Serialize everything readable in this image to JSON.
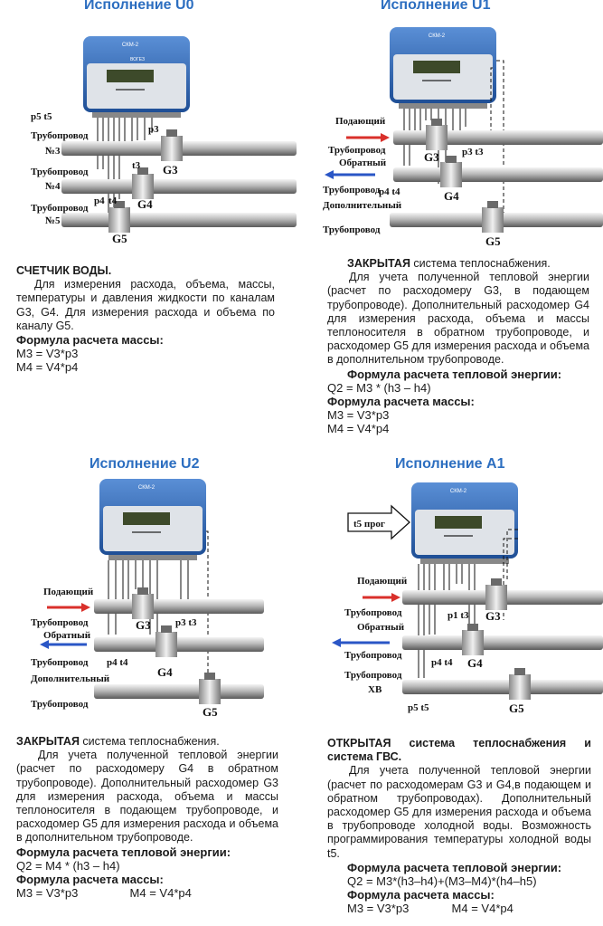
{
  "device": {
    "model": "СКМ-2",
    "brand": "ВОГЕЗ"
  },
  "u0": {
    "title": "Исполнение U0",
    "labels": {
      "p5t5": "p5 t5",
      "pipe3a": "Трубопровод",
      "pipe3b": "№3",
      "pipe4a": "Трубопровод",
      "pipe4b": "№4",
      "pipe5a": "Трубопровод",
      "pipe5b": "№5",
      "p3": "p3",
      "t3": "t3",
      "p4": "p4",
      "t4": "t4",
      "g3": "G3",
      "g4": "G4",
      "g5": "G5"
    },
    "heading": "СЧЕТЧИК ВОДЫ.",
    "text": "Для измерения расхода, объема, массы, температуры и давления жидкости по каналам G3, G4. Для измерения расхода и объема по каналу G5.",
    "formula_label": "Формула расчета массы:",
    "formulas": [
      "M3 = V3*p3",
      "M4 = V4*p4"
    ]
  },
  "u1": {
    "title": "Исполнение U1",
    "labels": {
      "supply": "Подающий",
      "pipe1": "Трубопровод",
      "return": "Обратный",
      "pipe2": "Трубопровод",
      "extra": "Дополнительный",
      "pipe3": "Трубопровод",
      "p3t3": "p3 t3",
      "p4t4": "p4 t4",
      "g3": "G3",
      "g4": "G4",
      "g5": "G5"
    },
    "heading_bold": "ЗАКРЫТАЯ",
    "heading_rest": " система теплоснабжения.",
    "text": "Для учета полученной тепловой энергии (расчет по расходомеру G3, в подающем трубопроводе). Дополнительный расходомер G4 для измерения расхода, объема и массы теплоносителя в обратном трубопроводе, и расходомер G5 для измерения расхода и объема в дополнительном трубопроводе.",
    "heat_label": "Формула расчета тепловой энергии:",
    "heat_formula": "Q2 = M3 * (h3 – h4)",
    "mass_label": "Формула расчета массы:",
    "formulas": [
      "M3 = V3*p3",
      "M4 = V4*p4"
    ]
  },
  "u2": {
    "title": "Исполнение U2",
    "labels": {
      "supply": "Подающий",
      "pipe1": "Трубопровод",
      "return": "Обратный",
      "pipe2": "Трубопровод",
      "extra": "Дополнительный",
      "pipe3": "Трубопровод",
      "p3t3": "p3 t3",
      "p4t4": "p4 t4",
      "g3": "G3",
      "g4": "G4",
      "g5": "G5"
    },
    "heading_bold": "ЗАКРЫТАЯ",
    "heading_rest": " система теплоснабжения.",
    "text": "Для учета полученной тепловой энергии (расчет по расходомеру G4 в обратном трубопроводе). Дополнительный расходомер G3 для измерения расхода, объема и массы теплоносителя в подающем трубопроводе, и расходомер G5 для измерения расхода и объема в дополнительном трубопроводе.",
    "heat_label": "Формула расчета тепловой энергии:",
    "heat_formula": "Q2 = M4 * (h3 – h4)",
    "mass_label": "Формула расчета массы:",
    "formula_a": "M3 = V3*p3",
    "formula_b": "M4 = V4*p4"
  },
  "a1": {
    "title": "Исполнение A1",
    "labels": {
      "t5prog": "t5 прог",
      "supply": "Подающий",
      "pipe1": "Трубопровод",
      "return": "Обратный",
      "pipe2": "Трубопровод",
      "pipe3": "Трубопровод",
      "xb": "ХВ",
      "p1t3": "p1 t3",
      "p4t4": "p4 t4",
      "p5t5": "p5 t5",
      "g3": "G3",
      "g4": "G4",
      "g5": "G5"
    },
    "heading": "ОТКРЫТАЯ система теплоснабжения и система ГВС.",
    "text": "Для учета полученной тепловой энергии (расчет по расходомерам G3 и G4,в подающем и обратном трубопроводах). Дополнительный расходомер G5 для измерения расхода и объема в трубопроводе холодной воды. Возможность программирования температуры холодной воды t5.",
    "heat_label": "Формула расчета тепловой энергии:",
    "heat_formula": "Q2 = M3*(h3–h4)+(M3–M4)*(h4–h5)",
    "mass_label": "Формула расчета массы:",
    "formula_a": "M3 = V3*p3",
    "formula_b": "M4 = V4*p4"
  },
  "colors": {
    "title_blue": "#2c6ec0",
    "device_blue": "#2b5fa8",
    "supply_red": "#d9302b",
    "return_blue": "#2a56c6"
  }
}
